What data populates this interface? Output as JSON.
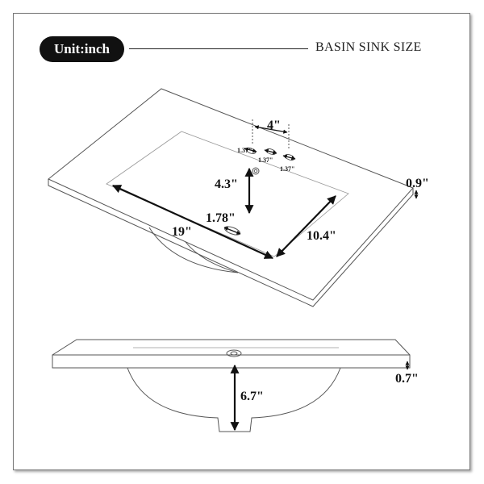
{
  "header": {
    "unit_label": "Unit:inch",
    "title": "BASIN SINK SIZE"
  },
  "dimensions": {
    "faucet_spread": "4\"",
    "hole_left": "1.37\"",
    "hole_center": "1.37\"",
    "hole_right": "1.37\"",
    "faucet_to_drain": "4.3\"",
    "drain_diameter": "1.78\"",
    "basin_length": "19\"",
    "basin_width": "10.4\"",
    "top_thickness": "0.9\"",
    "rim_thickness": "0.7\"",
    "basin_depth": "6.7\""
  }
}
